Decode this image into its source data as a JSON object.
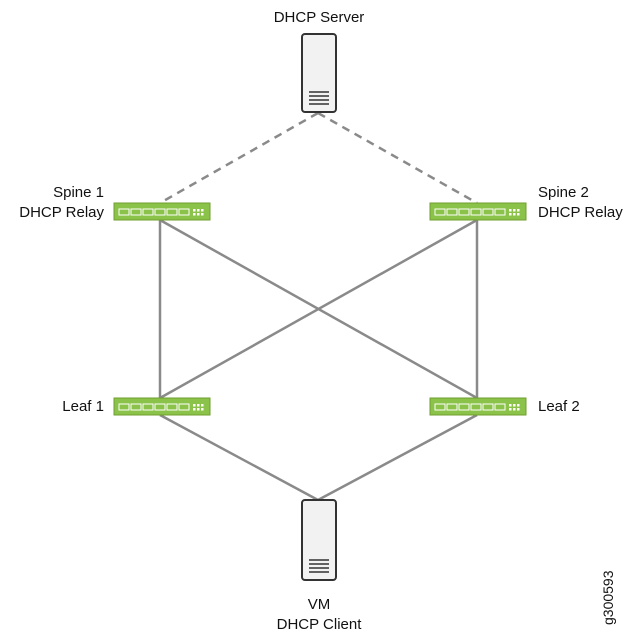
{
  "nodes": {
    "dhcp_server": {
      "label": "DHCP Server"
    },
    "spine1": {
      "name": "Spine 1",
      "role": "DHCP Relay"
    },
    "spine2": {
      "name": "Spine 2",
      "role": "DHCP Relay"
    },
    "leaf1": {
      "name": "Leaf 1"
    },
    "leaf2": {
      "name": "Leaf 2"
    },
    "vm": {
      "name": "VM",
      "role": "DHCP Client"
    }
  },
  "figure_id": "g300593",
  "colors": {
    "switch": "#8bc34a",
    "switch_dark": "#6f9f2c",
    "link": "#8a8a8a",
    "device_fill": "#f2f2f2",
    "device_stroke": "#333333"
  }
}
